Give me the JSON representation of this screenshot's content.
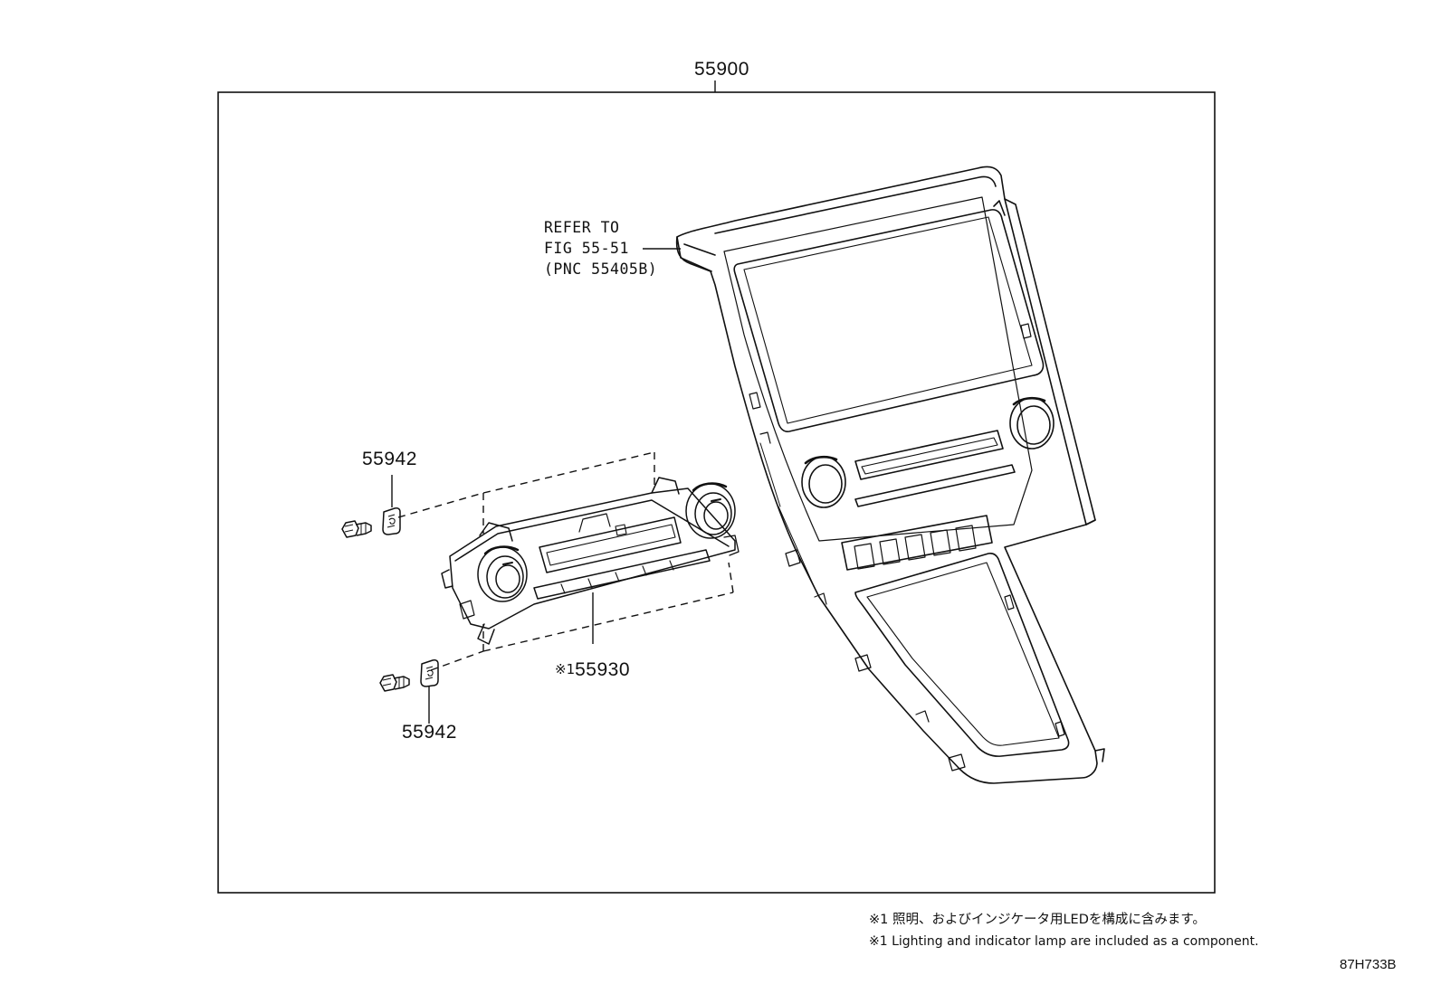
{
  "assembly_part": "55900",
  "reference": {
    "line1": "REFER TO",
    "line2": "FIG 55-51",
    "line3": "(PNC 55405B)"
  },
  "parts": {
    "upper_clip": "55942",
    "lower_clip": "55942",
    "control_unit": "55930",
    "control_unit_mark": "※1"
  },
  "footnotes": {
    "japanese": "※1 照明、およびインジケータ用LEDを構成に含みます。",
    "english": "※1 Lighting and indicator lamp are included as a component."
  },
  "figure_id": "87H733B"
}
